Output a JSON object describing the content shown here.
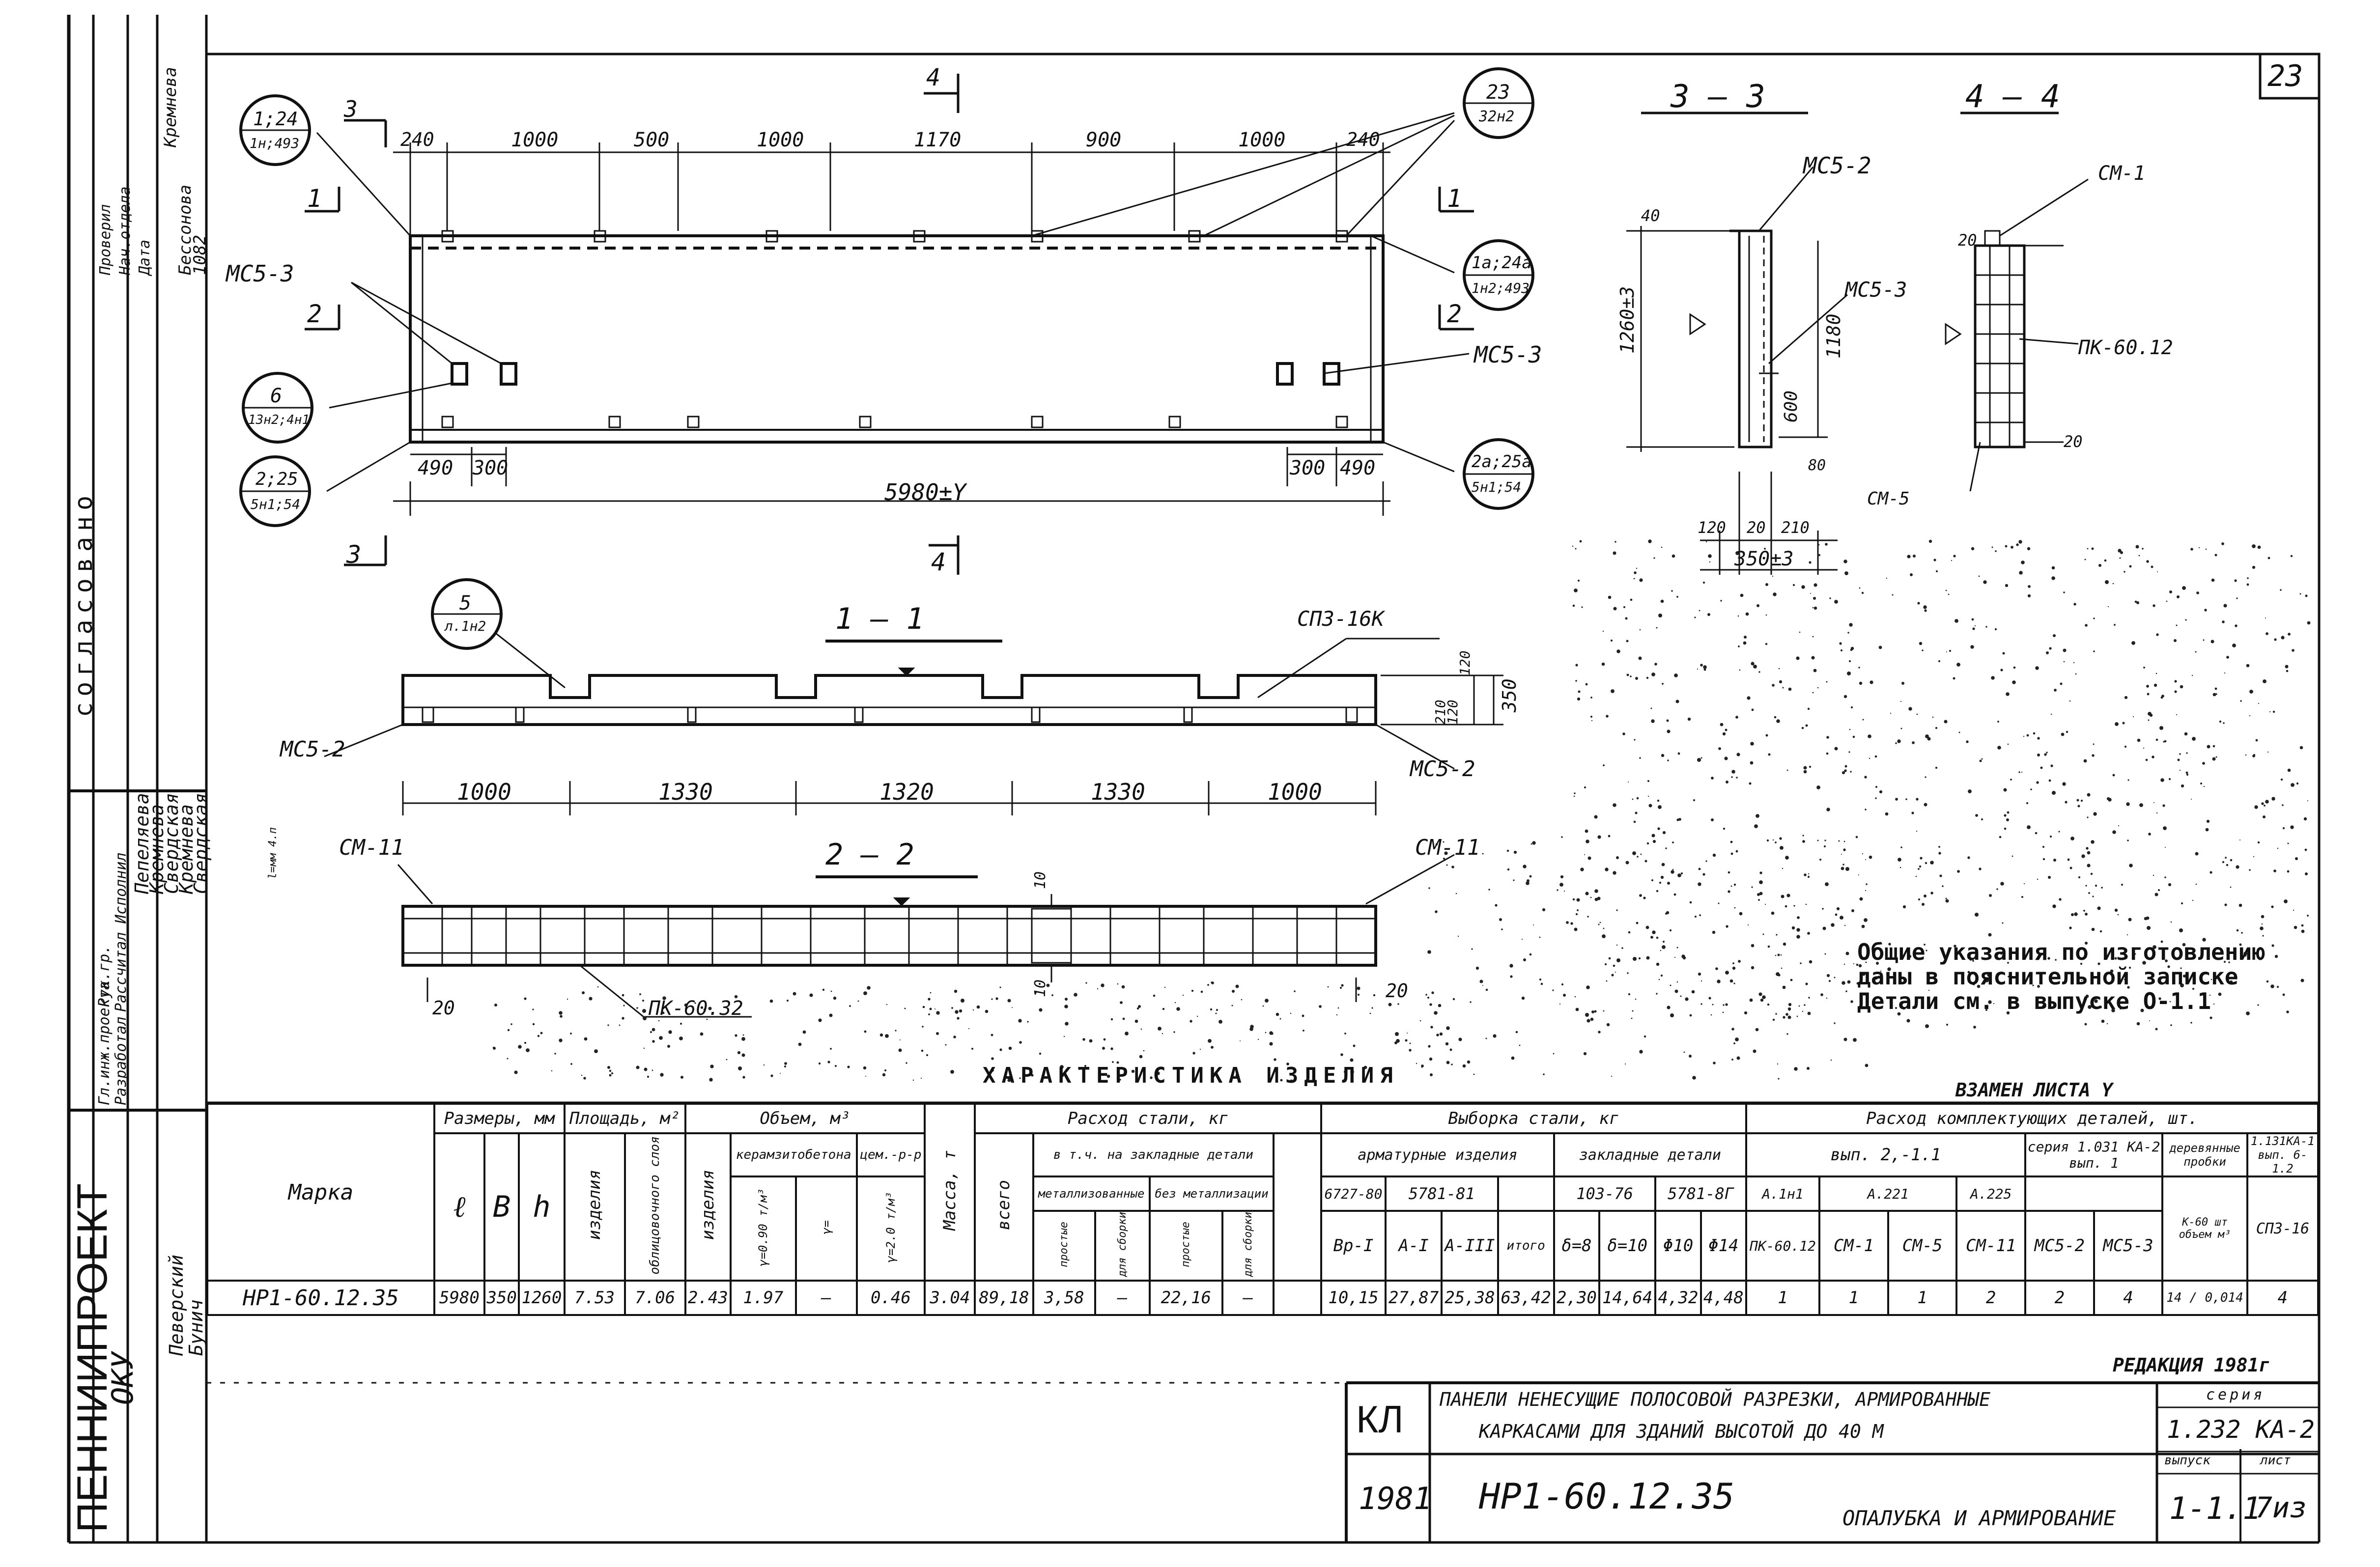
{
  "sheet": {
    "sheet_number_corner": "23",
    "left_strip": {
      "org_name": "ПЕННИИПРОЕКТ",
      "org_dept": "ОКУ",
      "agreed_label": "согласовано",
      "roles": [
        "Гл.инж.проекта",
        "Рук.гр.",
        "Разработал",
        "Рассчитал",
        "Исполнил"
      ],
      "names": [
        "Пепеляева",
        "Кремнева",
        "Свердская",
        "Кремнева",
        "Свердская"
      ],
      "roles_top": [
        "Проверил",
        "Нач.отдела",
        "Дата"
      ],
      "names_top": [
        "Кремнева",
        "Бессонова",
        "1082"
      ],
      "lower_names": [
        "Певерский",
        "Бунич"
      ]
    }
  },
  "drawing": {
    "front_view": {
      "top_dims": [
        "240",
        "1000",
        "500",
        "1000",
        "1170",
        "900",
        "1000",
        "240"
      ],
      "bottom_dims": [
        "490",
        "300",
        "300",
        "490"
      ],
      "overall": "5980±Y",
      "callouts": [
        {
          "num": "1;24",
          "sub": "1н;493"
        },
        {
          "num": "23",
          "sub": "32н2"
        },
        {
          "num": "1а;24а",
          "sub": "1н2;493"
        },
        {
          "num": "6",
          "sub": "13н2;4н1"
        },
        {
          "num": "2;25",
          "sub": "5н1;54"
        },
        {
          "num": "2а;25а",
          "sub": "5н1;54"
        }
      ],
      "section_marks": {
        "s3": "3",
        "s4": "4",
        "s1": "1",
        "s2": "2"
      },
      "labels": {
        "mc53_left": "МС5-3",
        "mc53_right": "МС5-3"
      }
    },
    "section_33": {
      "title": "3 — 3",
      "dims": [
        "40",
        "1260±3",
        "1180",
        "600",
        "80",
        "120",
        "20",
        "210",
        "350±3"
      ],
      "labels": [
        "МС5-2",
        "МС5-3"
      ]
    },
    "section_44": {
      "title": "4 — 4",
      "dims": [
        "20",
        "20"
      ],
      "labels": [
        "СМ-1",
        "ПК-60.12",
        "СМ-5"
      ]
    },
    "section_11": {
      "title": "1 — 1",
      "dims": [
        "1000",
        "1330",
        "1320",
        "1330",
        "1000",
        "350",
        "120",
        "210",
        "120"
      ],
      "labels": [
        "МС5-2",
        "МС5-2",
        "СПЗ-16К"
      ],
      "callout": {
        "num": "5",
        "sub": "л.1н2"
      }
    },
    "section_22": {
      "title": "2 — 2",
      "dims": [
        "20",
        "20",
        "10",
        "10"
      ],
      "labels": [
        "СМ-11",
        "СМ-11",
        "ПК-60.32"
      ]
    },
    "general_notes": [
      "Общие указания по изготовлению",
      "даны в пояснительной записке",
      "Детали см. в выпуске  О-1.1"
    ],
    "misc_notes": {
      "margin_note": "l=мм 4.п",
      "replace_note": "ВЗАМЕН ЛИСТА Y"
    }
  },
  "table": {
    "title": "ХАРАКТЕРИСТИКА   ИЗДЕЛИЯ",
    "headers": {
      "mark": "Марка",
      "sizes": "Размеры, мм",
      "l": "ℓ",
      "b": "В",
      "h": "h",
      "area": "Площадь, м²",
      "area_item": "изделия",
      "area_facing": "облицовочного слоя",
      "volume": "Объем, м³",
      "vol_item": "изделия",
      "vol_keramzit": "керамзитобетона",
      "vol_k50": "γ=0.90 т/м³",
      "vol_k100": "γ=",
      "vol_cement": "цем.-р-р",
      "vol_c": "γ=2.0 т/м³",
      "mass": "Масса, т",
      "steel": "Расход стали, кг",
      "steel_total": "всего",
      "steel_emb": "в т.ч. на закладные детали",
      "steel_met": "металлизованные",
      "steel_nomet": "без металлизации",
      "steel_simple": "простые",
      "steel_anchor": "для сборки",
      "steel_simple2": "простые",
      "steel_anchor2": "для сборки",
      "sel": "Выборка стали,        кг",
      "sel_arm": "арматурные изделия",
      "sel_emb": "закладные детали",
      "gost1": "6727-80",
      "gost2": "5781-81",
      "gost3": "103-76",
      "gost4": "5781-8Г",
      "bp1": "Вр-I",
      "a1": "А-I",
      "a3": "А-III",
      "itogo": "итого",
      "d8": "δ=8",
      "d10": "δ=10",
      "f10": "Φ10",
      "f14": "Φ14",
      "cmp": "Расход комплектующих деталей, шт.",
      "cmp_v": "вып. 2,-1.1",
      "cmp_a": "А.1н1",
      "cmp_a221": "А.221",
      "cmp_a225": "А.225",
      "cmp_seria": "серия 1.031 КА-2 вып. 1",
      "cmp_wood": "деревянные пробки",
      "cmp_1131": "1.131КА-1 вып. 6-1.2",
      "pk": "ПК-60.12",
      "cm1": "СМ-1",
      "cm5": "СМ-5",
      "cm11": "СМ-11",
      "mc52": "МС5-2",
      "mc53": "МС5-3",
      "k60": "К-60 шт объем м³",
      "cp316": "СПЗ-16"
    },
    "row": {
      "mark": "НР1-60.12.35",
      "l": "5980",
      "b": "350",
      "h": "1260",
      "area_item": "7.53",
      "area_facing": "7.06",
      "vol_item": "2.43",
      "vol_k50": "1.97",
      "vol_k100": "–",
      "vol_c": "0.46",
      "mass": "3.04",
      "steel_total": "89,18",
      "steel_met_simple": "3,58",
      "steel_met_anchor": "—",
      "steel_nomet_simple": "22,16",
      "steel_nomet_anchor": "—",
      "bp1": "10,15",
      "a1": "27,87",
      "a3": "25,38",
      "itogo": "63,42",
      "d8": "2,30",
      "d10": "14,64",
      "f10": "4,32",
      "f14": "4,48",
      "pk": "1",
      "cm1": "1",
      "cm5": "1",
      "cm11": "2",
      "mc52": "2",
      "mc53": "4",
      "k60": "14 / 0,014",
      "cp316": "4"
    }
  },
  "title_block": {
    "edition": "РЕДАКЦИЯ 1981г",
    "code": "КЛ",
    "year": "1981",
    "product_title_1": "ПАНЕЛИ  НЕНЕСУЩИЕ  ПОЛОСОВОЙ  РАЗРЕЗКИ,  АРМИРОВАННЫЕ",
    "product_title_2": "КАРКАСАМИ   ДЛЯ   ЗДАНИЙ   ВЫСОТОЙ  ДО 40 М",
    "mark": "НР1-60.12.35",
    "sheet_title": "ОПАЛУБКА И АРМИРОВАНИЕ",
    "series_label": "серия",
    "series": "1.232 КА-2",
    "issue_label": "выпуск",
    "issue": "1-1.1",
    "sheet_label": "лист",
    "sheet": "7из"
  }
}
